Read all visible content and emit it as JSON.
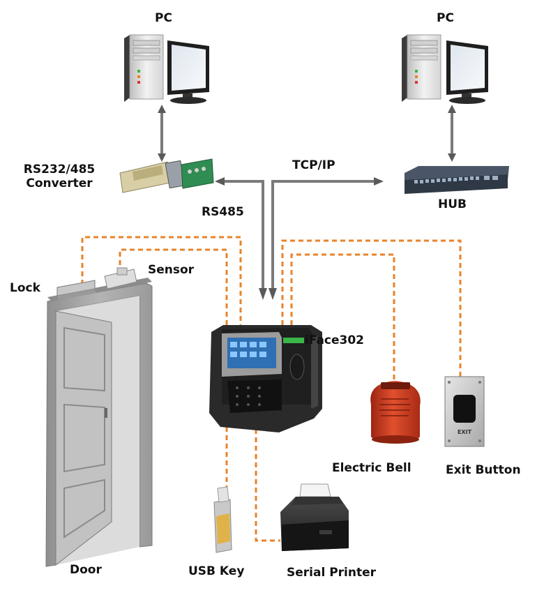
{
  "labels": {
    "pc_left": "PC",
    "pc_right": "PC",
    "converter_line1": "RS232/485",
    "converter_line2": "Converter",
    "tcpip": "TCP/IP",
    "hub": "HUB",
    "rs485": "RS485",
    "lock": "Lock",
    "sensor": "Sensor",
    "device": "iFace302",
    "electric_bell": "Electric Bell",
    "exit_button": "Exit Button",
    "door": "Door",
    "usb_key": "USB Key",
    "serial_printer": "Serial Printer",
    "exit_plate_text": "EXIT"
  },
  "colors": {
    "network_line": "#8a8a8a",
    "network_line_dark": "#555555",
    "dashed_wire": "#e8832a",
    "bell_red": "#c83a1e",
    "door_gray": "#a4a4a4",
    "device_dark": "#2b2b2b",
    "screen_blue": "#2f6fb3",
    "fingerprint_green": "#3ab54a"
  },
  "icons": [
    "pc-tower-icon",
    "monitor-icon",
    "converter-icon",
    "hub-icon",
    "door-icon",
    "lock-icon",
    "sensor-icon",
    "face-terminal-icon",
    "bell-icon",
    "exit-button-icon",
    "usb-key-icon",
    "printer-icon"
  ]
}
